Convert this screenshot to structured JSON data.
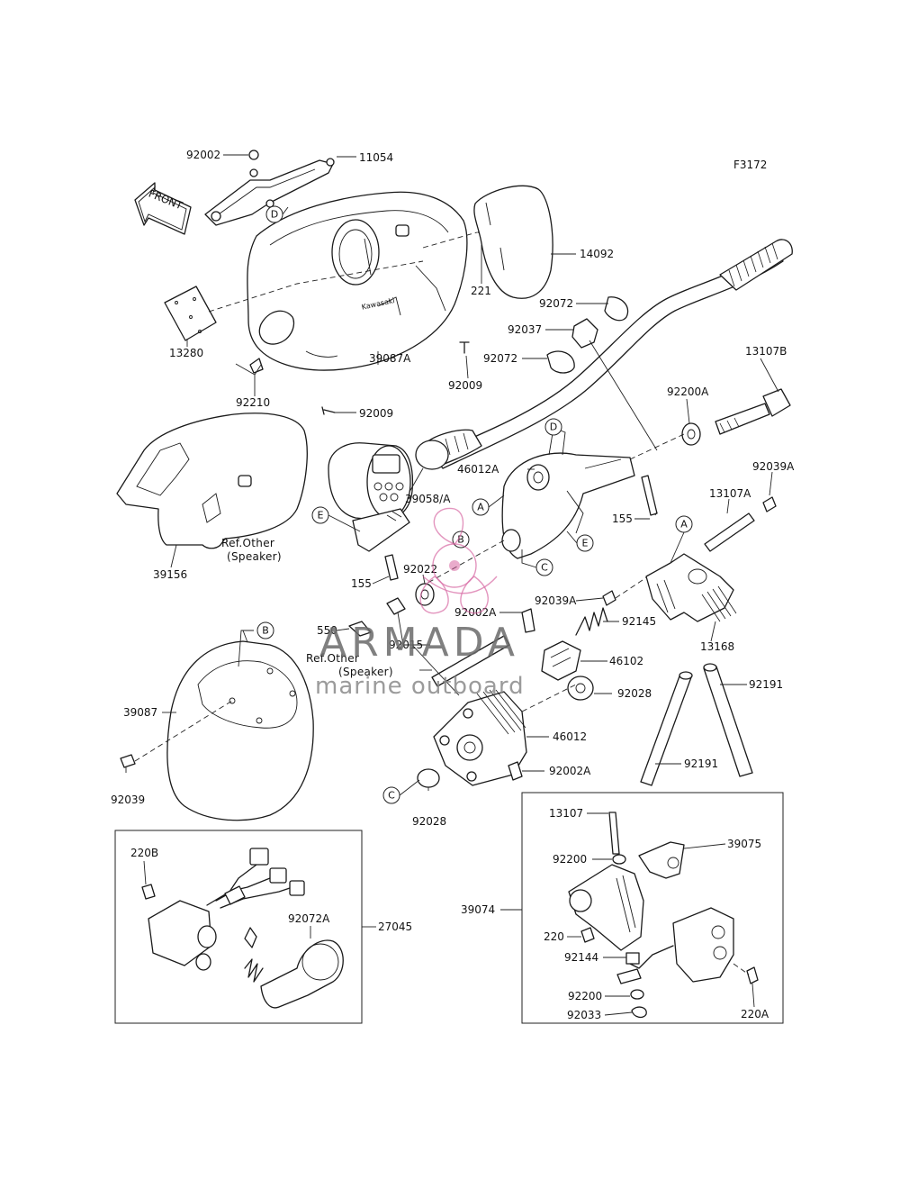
{
  "figure_code": "F3172",
  "front_marker": "FRONT",
  "ref_labels": {
    "speaker_1_line1": "Ref.Other",
    "speaker_1_line2": "(Speaker)",
    "speaker_2_line1": "Ref.Other",
    "speaker_2_line2": "(Speaker)"
  },
  "ref_circles": {
    "A1": "A",
    "A2": "A",
    "B1": "B",
    "B2": "B",
    "C1": "C",
    "C2": "C",
    "D1": "D",
    "D2": "D",
    "E1": "E",
    "E2": "E"
  },
  "parts": {
    "p92002": "92002",
    "p11054": "11054",
    "p14092": "14092",
    "p221": "221",
    "p92072_a": "92072",
    "p92037": "92037",
    "p92072_b": "92072",
    "p13107B": "13107B",
    "p13280": "13280",
    "p92210": "92210",
    "p39087A": "39087A",
    "p92009_a": "92009",
    "p92009_b": "92009",
    "p92200A": "92200A",
    "p46012A": "46012A",
    "p92039A_a": "92039A",
    "p39058A": "39058/A",
    "p155_a": "155",
    "p13107A": "13107A",
    "p39156": "39156",
    "p92022": "92022",
    "p155_b": "155",
    "p92039A_b": "92039A",
    "p92002A_a": "92002A",
    "p92145": "92145",
    "p13168": "13168",
    "p550": "550",
    "p92015": "92015",
    "p46102": "46102",
    "p92028_a": "92028",
    "p92191_a": "92191",
    "p39087": "39087",
    "p46012": "46012",
    "p92002A_b": "92002A",
    "p92191_b": "92191",
    "p92039": "92039",
    "p92028_b": "92028",
    "p220B": "220B",
    "p92072A": "92072A",
    "p27045": "27045",
    "p13107": "13107",
    "p39075": "39075",
    "p92200_a": "92200",
    "p39074": "39074",
    "p220": "220",
    "p92144": "92144",
    "p92200_b": "92200",
    "p220A": "220A",
    "p92033": "92033"
  },
  "watermark": {
    "brand": "ARMADA",
    "tagline": "marine outboard",
    "brand_color": "#d35a9a"
  }
}
